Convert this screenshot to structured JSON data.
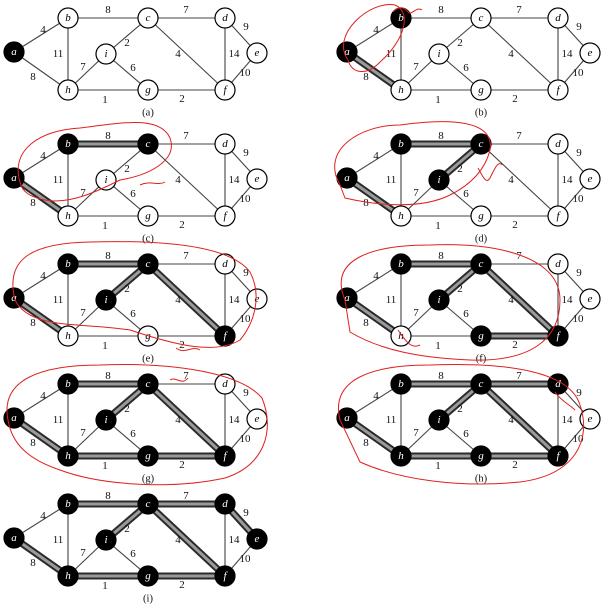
{
  "graph": {
    "nodes": [
      "a",
      "b",
      "c",
      "d",
      "e",
      "f",
      "g",
      "h",
      "i"
    ],
    "edges": [
      {
        "u": "a",
        "v": "b",
        "w": "4"
      },
      {
        "u": "a",
        "v": "h",
        "w": "8"
      },
      {
        "u": "b",
        "v": "h",
        "w": "11"
      },
      {
        "u": "b",
        "v": "c",
        "w": "8"
      },
      {
        "u": "h",
        "v": "i",
        "w": "7"
      },
      {
        "u": "h",
        "v": "g",
        "w": "1"
      },
      {
        "u": "c",
        "v": "i",
        "w": "2"
      },
      {
        "u": "i",
        "v": "g",
        "w": "6"
      },
      {
        "u": "c",
        "v": "d",
        "w": "7"
      },
      {
        "u": "c",
        "v": "f",
        "w": "4"
      },
      {
        "u": "g",
        "v": "f",
        "w": "2"
      },
      {
        "u": "d",
        "v": "f",
        "w": "14"
      },
      {
        "u": "d",
        "v": "e",
        "w": "9"
      },
      {
        "u": "e",
        "v": "f",
        "w": "10"
      }
    ]
  },
  "panels": [
    {
      "caption": "(a)",
      "black": [
        "a"
      ],
      "tree": []
    },
    {
      "caption": "(b)",
      "black": [
        "a",
        "b"
      ],
      "tree": [
        [
          0,
          1
        ]
      ]
    },
    {
      "caption": "(c)",
      "black": [
        "a",
        "b",
        "c"
      ],
      "tree": [
        [
          0,
          1
        ],
        [
          1,
          3
        ]
      ]
    },
    {
      "caption": "(d)",
      "black": [
        "a",
        "b",
        "c",
        "i"
      ],
      "tree": [
        [
          0,
          1
        ],
        [
          1,
          3
        ],
        [
          3,
          6
        ]
      ]
    },
    {
      "caption": "(e)",
      "black": [
        "a",
        "b",
        "c",
        "i",
        "f"
      ],
      "tree": [
        [
          0,
          1
        ],
        [
          1,
          3
        ],
        [
          3,
          6
        ],
        [
          3,
          9
        ]
      ]
    },
    {
      "caption": "(f)",
      "black": [
        "a",
        "b",
        "c",
        "i",
        "f",
        "g"
      ],
      "tree": [
        [
          0,
          1
        ],
        [
          1,
          3
        ],
        [
          3,
          6
        ],
        [
          3,
          9
        ],
        [
          6,
          10
        ]
      ]
    },
    {
      "caption": "(g)",
      "black": [
        "a",
        "b",
        "c",
        "i",
        "f",
        "g",
        "h"
      ],
      "tree": [
        [
          0,
          1
        ],
        [
          1,
          3
        ],
        [
          3,
          6
        ],
        [
          3,
          9
        ],
        [
          6,
          10
        ],
        [
          6,
          5
        ]
      ]
    },
    {
      "caption": "(h)",
      "black": [
        "a",
        "b",
        "c",
        "i",
        "f",
        "g",
        "h",
        "d"
      ],
      "tree": [
        [
          0,
          1
        ],
        [
          1,
          3
        ],
        [
          3,
          6
        ],
        [
          3,
          9
        ],
        [
          6,
          10
        ],
        [
          6,
          5
        ],
        [
          3,
          8
        ]
      ]
    },
    {
      "caption": "(i)",
      "black": [
        "a",
        "b",
        "c",
        "i",
        "f",
        "g",
        "h",
        "d",
        "e"
      ],
      "tree": [
        [
          0,
          1
        ],
        [
          1,
          3
        ],
        [
          3,
          6
        ],
        [
          3,
          9
        ],
        [
          6,
          10
        ],
        [
          6,
          5
        ],
        [
          3,
          8
        ],
        [
          8,
          12
        ]
      ]
    }
  ],
  "colors": {
    "black_node": "#000000",
    "white_node": "#ffffff",
    "annotation": "#e02020"
  }
}
